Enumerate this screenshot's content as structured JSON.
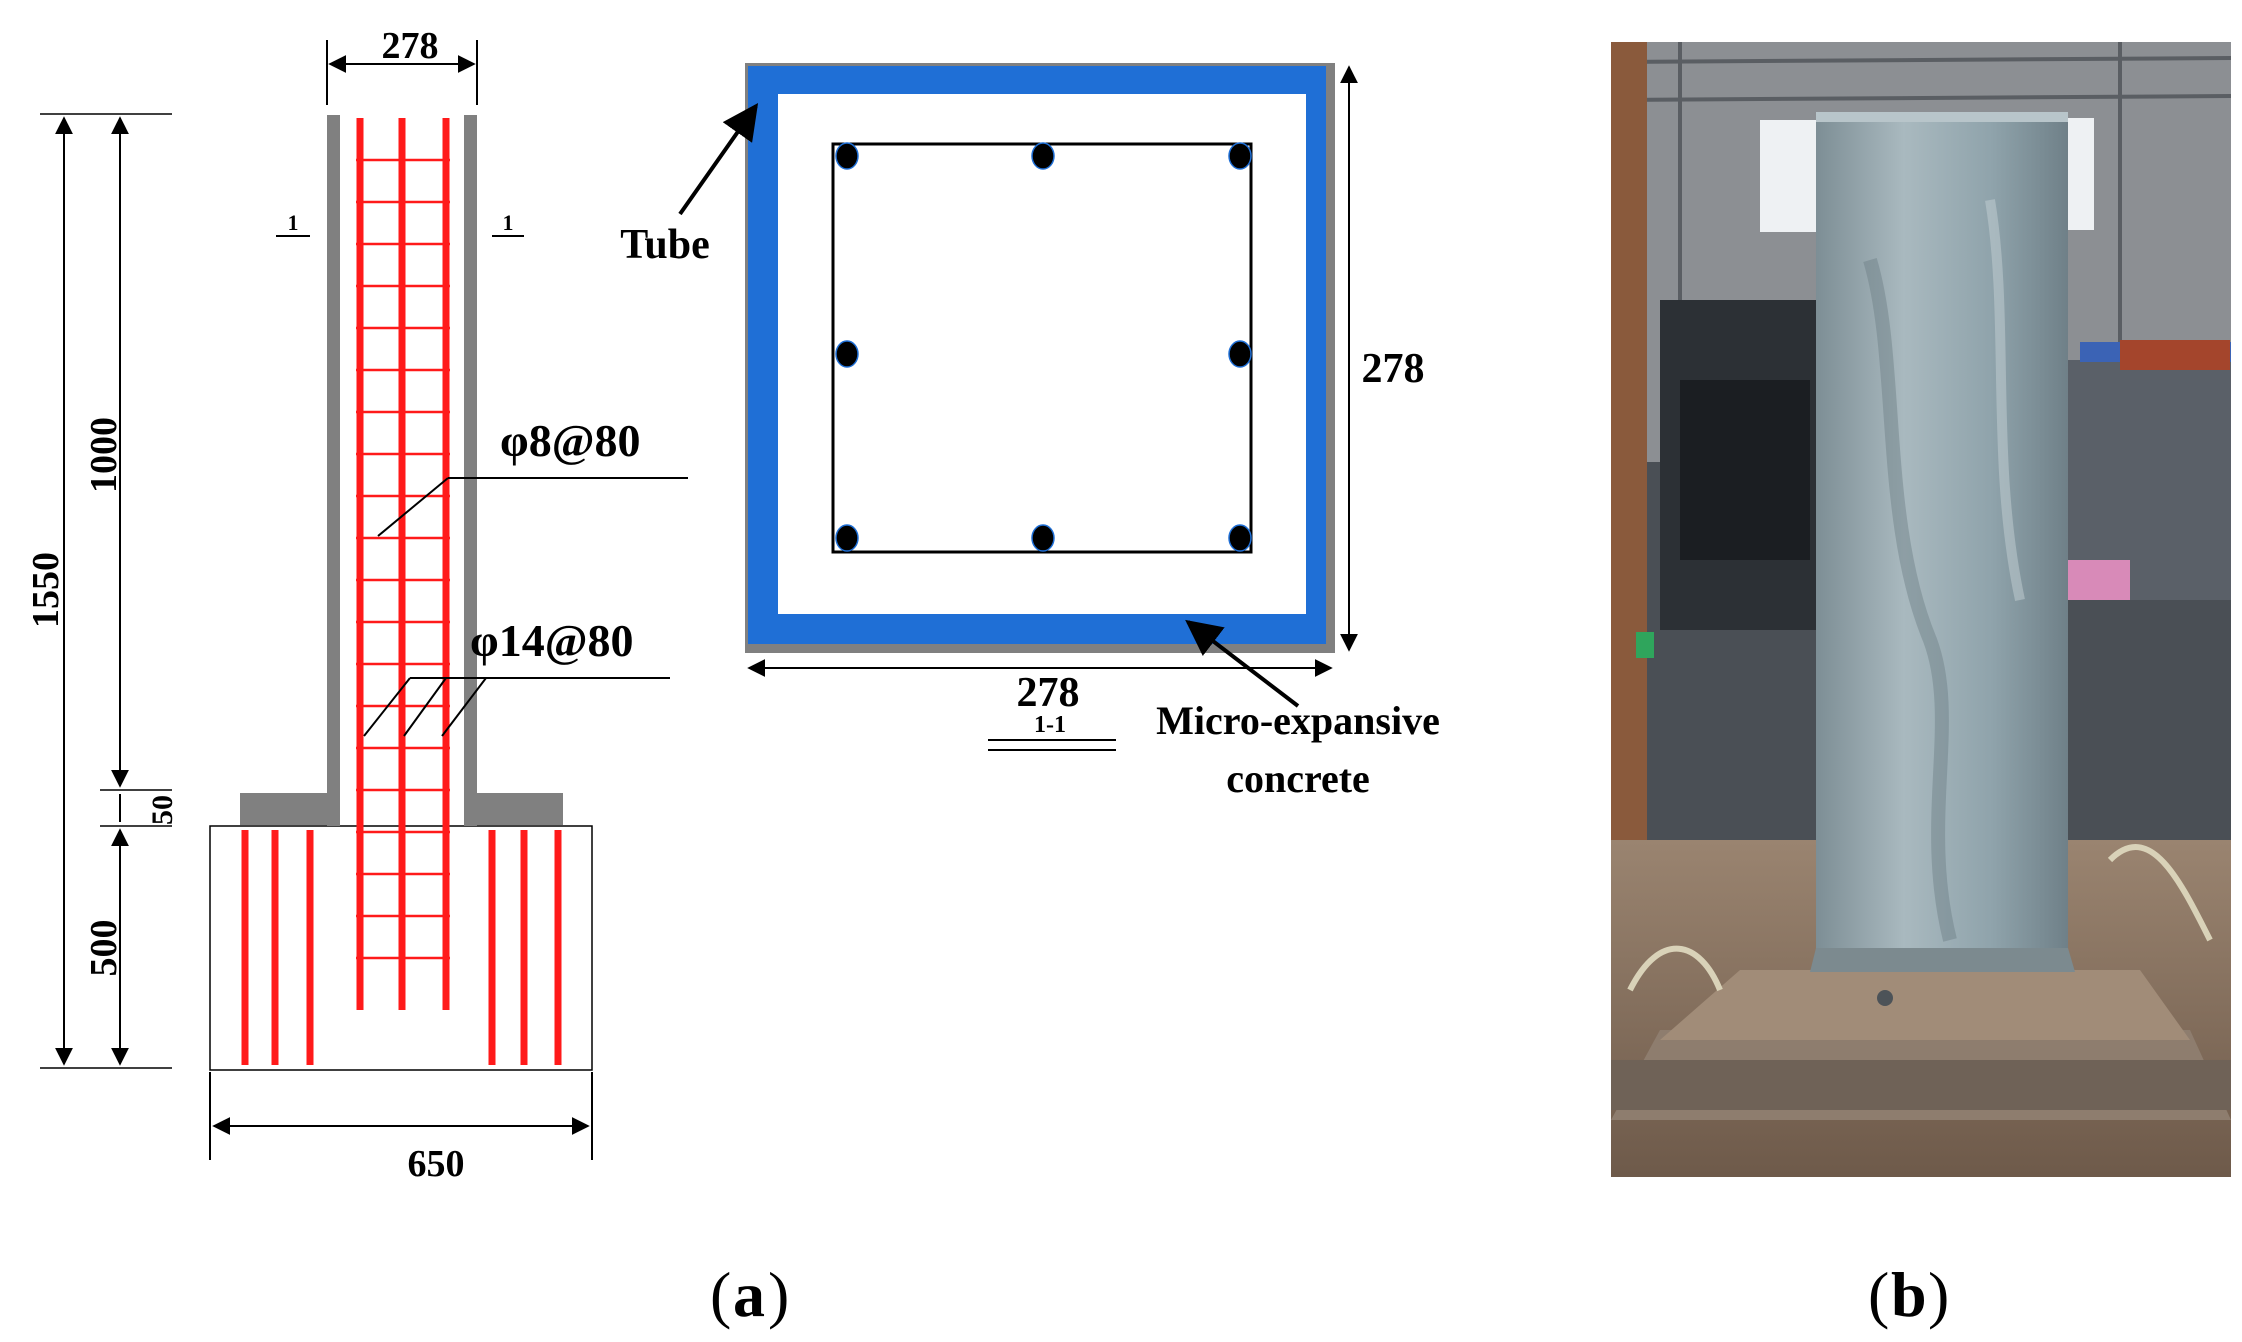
{
  "panel_a": {
    "elevation": {
      "top_width": "278",
      "total_height": "1550",
      "column_height": "1000",
      "plate_thickness": "50",
      "footing_height": "500",
      "footing_width": "650",
      "section_mark_left": "1",
      "section_mark_right": "1",
      "stirrup_label": "φ8@80",
      "longitudinal_label": "φ14@80"
    },
    "section": {
      "side_dimension": "278",
      "bottom_dimension": "278",
      "section_title": "1-1",
      "tube_label": "Tube",
      "concrete_label_line1": "Micro-expansive",
      "concrete_label_line2": "concrete"
    },
    "caption_open": "(",
    "caption_letter": "a",
    "caption_close": ")"
  },
  "panel_b": {
    "caption_open": "(",
    "caption_letter": "b",
    "caption_close": ")"
  },
  "colors": {
    "rebar": "#ff1a1a",
    "tube_blue": "#1f6fd6",
    "steel_gray": "#808080",
    "text": "#000000"
  }
}
